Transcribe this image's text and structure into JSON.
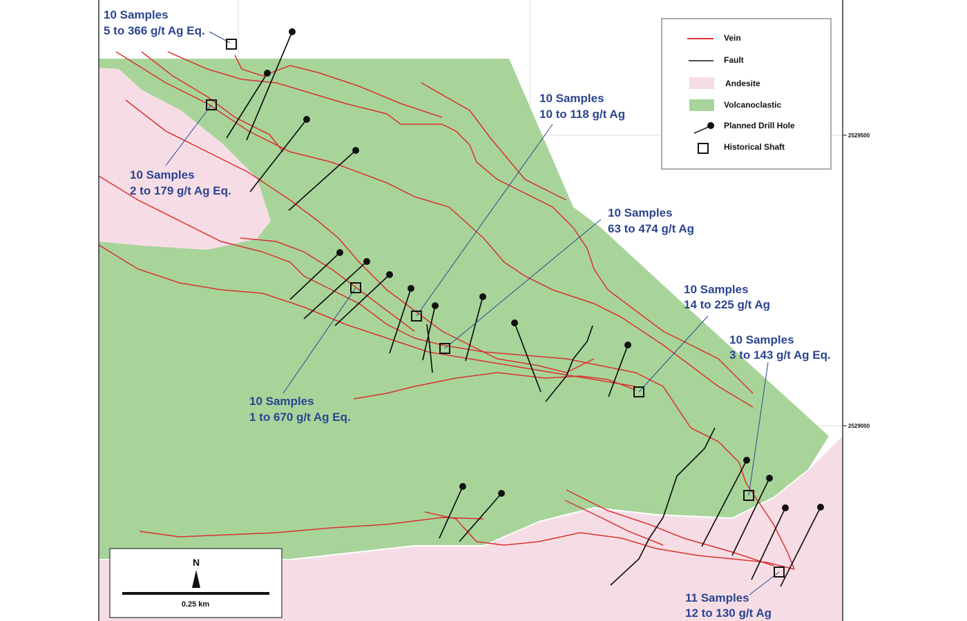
{
  "colors": {
    "vein": "#d9302f",
    "andesite": "#f6dde5",
    "volcanoclastic": "#a8d49a",
    "label": "#2b4590"
  },
  "legend": {
    "items": [
      {
        "label": "Vein",
        "icon": "vein-line-icon"
      },
      {
        "label": "Fault",
        "icon": "fault-line-icon"
      },
      {
        "label": "Andesite",
        "icon": "andesite-swatch-icon"
      },
      {
        "label": "Volcanoclastic",
        "icon": "volcanoclastic-swatch-icon"
      },
      {
        "label": "Planned Drill Hole",
        "icon": "drill-hole-icon"
      },
      {
        "label": "Historical Shaft",
        "icon": "shaft-square-icon"
      }
    ]
  },
  "coordinates": {
    "northing_1": "2529500",
    "northing_2": "2529000"
  },
  "scale": {
    "north": "N",
    "distance": "0.25 km"
  },
  "samples": [
    {
      "line1": "10 Samples",
      "line2": "5 to 366 g/t Ag Eq."
    },
    {
      "line1": "10 Samples",
      "line2": "2 to 179 g/t Ag Eq."
    },
    {
      "line1": "10 Samples",
      "line2": "10 to 118 g/t Ag"
    },
    {
      "line1": "10 Samples",
      "line2": "63 to 474 g/t Ag"
    },
    {
      "line1": "10 Samples",
      "line2": "1 to 670 g/t Ag Eq."
    },
    {
      "line1": "10 Samples",
      "line2": "14 to 225 g/t Ag"
    },
    {
      "line1": "10 Samples",
      "line2": "3 to 143 g/t Ag Eq."
    },
    {
      "line1": "11 Samples",
      "line2": "12 to 130 g/t Ag"
    }
  ]
}
